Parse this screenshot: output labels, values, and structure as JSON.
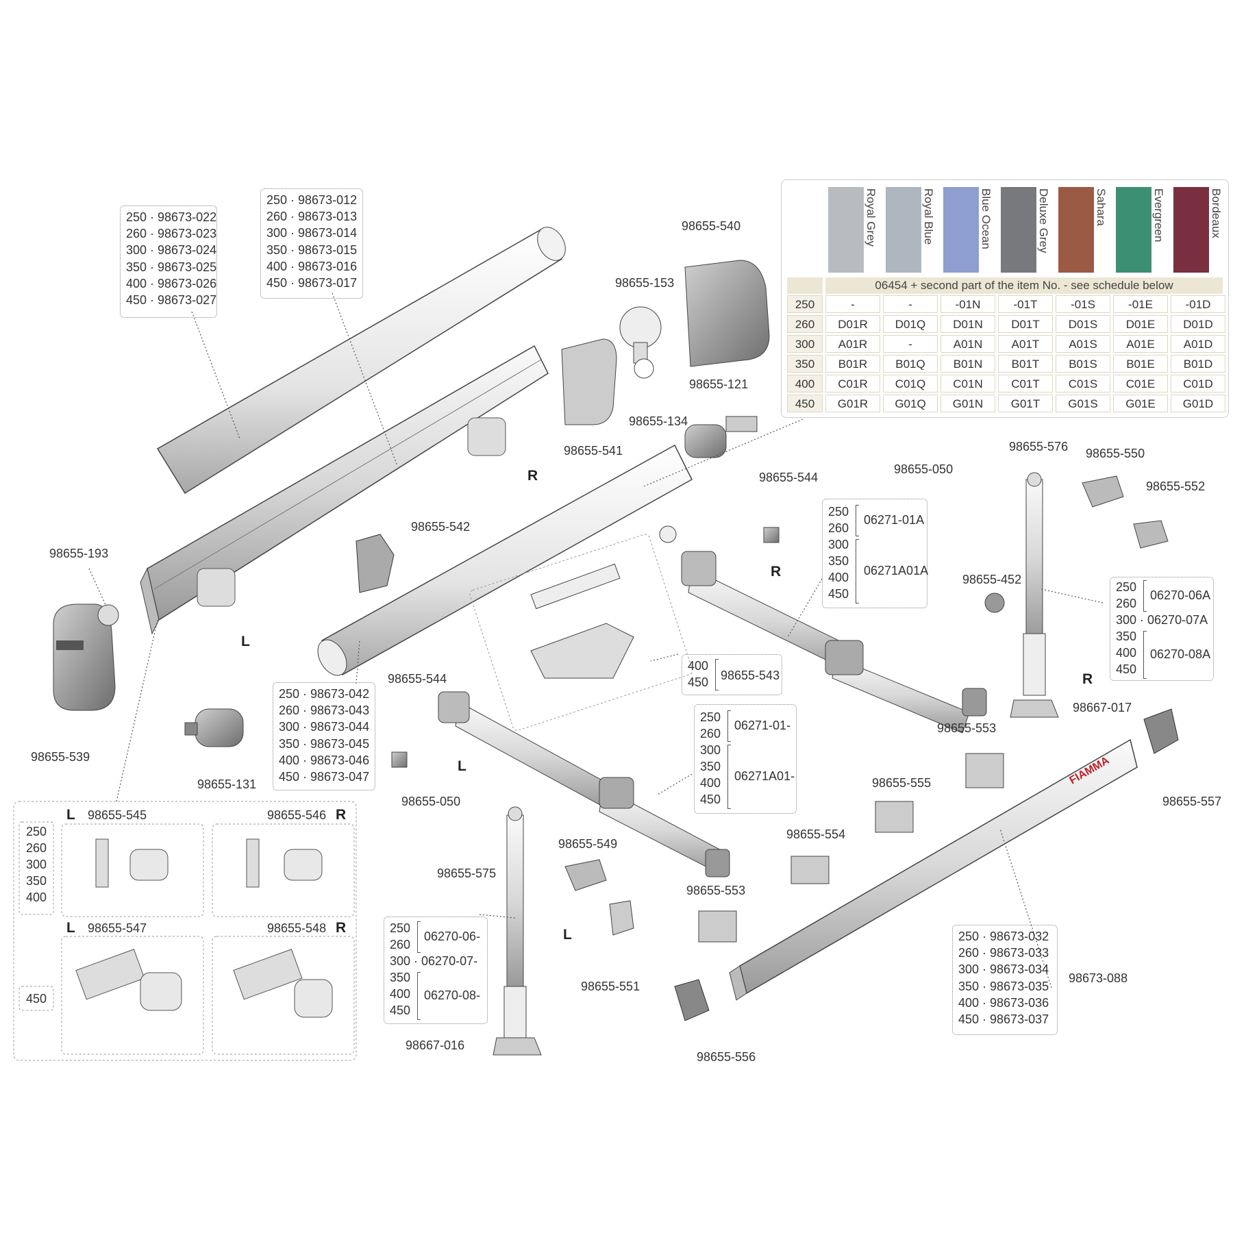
{
  "color_table": {
    "colors": [
      {
        "name": "Royal Grey",
        "hex": "#b8bcc0"
      },
      {
        "name": "Royal Blue",
        "hex": "#aeb7bf"
      },
      {
        "name": "Blue Ocean",
        "hex": "#8e9ed0"
      },
      {
        "name": "Deluxe Grey",
        "hex": "#77797c"
      },
      {
        "name": "Sahara",
        "hex": "#9b5a44"
      },
      {
        "name": "Evergreen",
        "hex": "#3d8f74"
      },
      {
        "name": "Bordeaux",
        "hex": "#7a2f40"
      }
    ],
    "header": "06454 + second part of the item No. - see schedule below",
    "rows": [
      {
        "size": "250",
        "codes": [
          "-",
          "-",
          "-01N",
          "-01T",
          "-01S",
          "-01E",
          "-01D"
        ]
      },
      {
        "size": "260",
        "codes": [
          "D01R",
          "D01Q",
          "D01N",
          "D01T",
          "D01S",
          "D01E",
          "D01D"
        ]
      },
      {
        "size": "300",
        "codes": [
          "A01R",
          "-",
          "A01N",
          "A01T",
          "A01S",
          "A01E",
          "A01D"
        ]
      },
      {
        "size": "350",
        "codes": [
          "B01R",
          "B01Q",
          "B01N",
          "B01T",
          "B01S",
          "B01E",
          "B01D"
        ]
      },
      {
        "size": "400",
        "codes": [
          "C01R",
          "C01Q",
          "C01N",
          "C01T",
          "C01S",
          "C01E",
          "C01D"
        ]
      },
      {
        "size": "450",
        "codes": [
          "G01R",
          "G01Q",
          "G01N",
          "G01T",
          "G01S",
          "G01E",
          "G01D"
        ]
      }
    ]
  },
  "boxes": {
    "cover": [
      "250 · 98673-022",
      "260 · 98673-023",
      "300 · 98673-024",
      "350 · 98673-025",
      "400 · 98673-026",
      "450 · 98673-027"
    ],
    "profile": [
      "250 · 98673-012",
      "260 · 98673-013",
      "300 · 98673-014",
      "350 · 98673-015",
      "400 · 98673-016",
      "450 · 98673-017"
    ],
    "roller": [
      "250 · 98673-042",
      "260 · 98673-043",
      "300 · 98673-044",
      "350 · 98673-045",
      "400 · 98673-046",
      "450 · 98673-047"
    ],
    "front_rail": [
      "250 · 98673-032",
      "260 · 98673-033",
      "300 · 98673-034",
      "350 · 98673-035",
      "400 · 98673-036",
      "450 · 98673-037"
    ]
  },
  "groups": {
    "arm_r": {
      "sizes1": [
        "250",
        "260"
      ],
      "code1": "06271-01A",
      "sizes2": [
        "300",
        "350",
        "400",
        "450"
      ],
      "code2": "06271A01A"
    },
    "arm_l": {
      "sizes1": [
        "250",
        "260"
      ],
      "code1": "06271-01-",
      "sizes2": [
        "300",
        "350",
        "400",
        "450"
      ],
      "code2": "06271A01-"
    },
    "leg_r": {
      "sizes1": [
        "250",
        "260"
      ],
      "code1": "06270-06A",
      "mid": "300 · 06270-07A",
      "sizes2": [
        "350",
        "400",
        "450"
      ],
      "code2": "06270-08A"
    },
    "leg_l": {
      "sizes1": [
        "250",
        "260"
      ],
      "code1": "06270-06-",
      "mid": "300 · 06270-07-",
      "sizes2": [
        "350",
        "400",
        "450"
      ],
      "code2": "06270-08-"
    },
    "tension": {
      "sizes": [
        "400",
        "450"
      ],
      "code": "98655-543"
    }
  },
  "labels": {
    "p540": "98655-540",
    "p153": "98655-153",
    "p134": "98655-134",
    "p541": "98655-541",
    "p121": "98655-121",
    "p542": "98655-542",
    "p193": "98655-193",
    "p539": "98655-539",
    "p131": "98655-131",
    "p544a": "98655-544",
    "p544b": "98655-544",
    "p050a": "98655-050",
    "p050b": "98655-050",
    "p576": "98655-576",
    "p575": "98655-575",
    "p550": "98655-550",
    "p552": "98655-552",
    "p452": "98655-452",
    "p017": "98667-017",
    "p553a": "98655-553",
    "p553b": "98655-553",
    "p555": "98655-555",
    "p554": "98655-554",
    "p557": "98655-557",
    "p549": "98655-549",
    "p551": "98655-551",
    "p016": "98667-016",
    "p556": "98655-556",
    "p088": "98673-088",
    "p545": "98655-545",
    "p546": "98655-546",
    "p547": "98655-547",
    "p548": "98655-548"
  },
  "side_marks": {
    "r1": "R",
    "r2": "R",
    "r3": "R",
    "l1": "L",
    "l2": "L",
    "l3": "L",
    "k1": "L",
    "k2": "R",
    "k3": "L",
    "k4": "R"
  },
  "brackets_box": {
    "sizes": [
      "250",
      "260",
      "300",
      "350",
      "400"
    ],
    "single": "450"
  },
  "rail_brand": "FIAMMA"
}
